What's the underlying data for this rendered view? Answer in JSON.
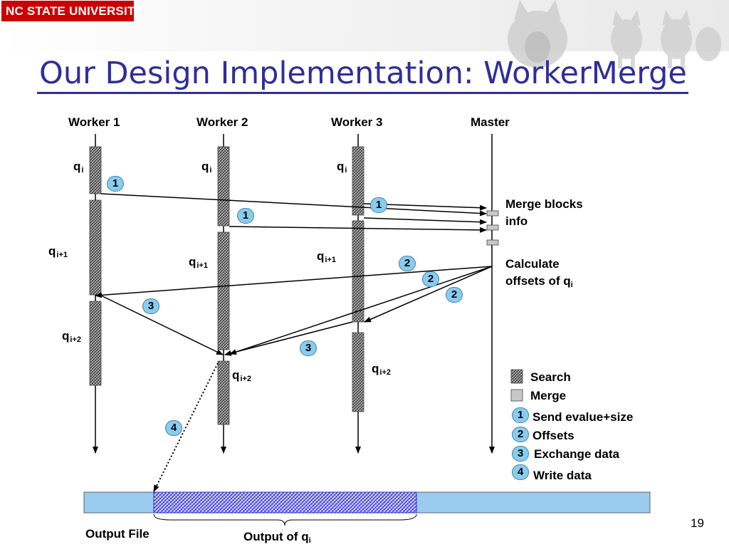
{
  "header": {
    "logo_text": "NC STATE UNIVERSITY",
    "title": "Our Design Implementation: WorkerMerge"
  },
  "columns": [
    "Worker 1",
    "Worker 2",
    "Worker 3",
    "Master"
  ],
  "q_labels": {
    "q_base": "q",
    "sub_i": "i",
    "sub_i1": "i+1",
    "sub_i2": "i+2"
  },
  "steps": {
    "one": "1",
    "two": "2",
    "three": "3",
    "four": "4"
  },
  "master_notes": {
    "merge_line1": "Merge blocks",
    "merge_line2": "info",
    "calc_line1": "Calculate",
    "calc_line2": "offsets of q"
  },
  "legend": {
    "search": "Search",
    "merge": "Merge",
    "step1": "Send evalue+size",
    "step2": "Offsets",
    "step3": "Exchange data",
    "step4": "Write data"
  },
  "output": {
    "file_label": "Output File",
    "qi_label": "Output of q"
  },
  "page_number": "19",
  "colors": {
    "title": "#2e2e9a",
    "logo_bg": "#cc0000",
    "badge_fill": "#88ccee",
    "output_bar": "#99ccee",
    "output_hatch": "#3333cc"
  }
}
